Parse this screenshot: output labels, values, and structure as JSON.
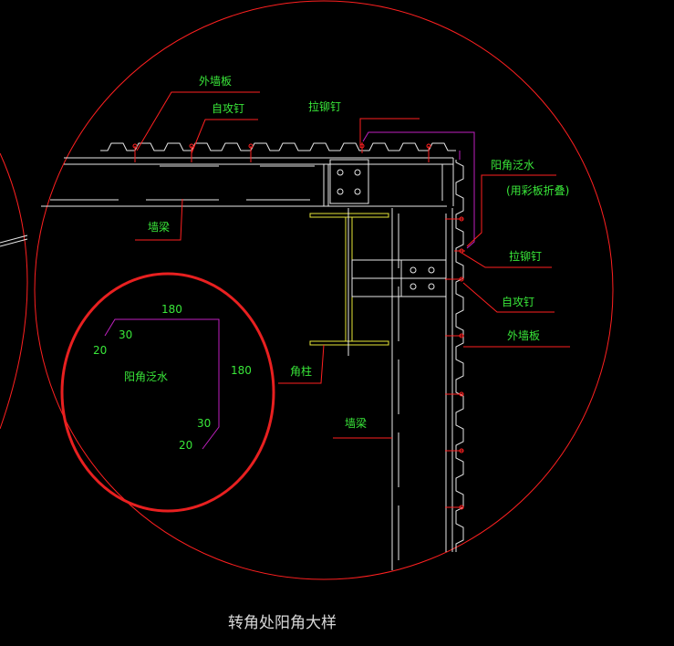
{
  "drawing": {
    "title": "转角处阳角大样",
    "colors": {
      "background": "#000000",
      "red": "#ff2020",
      "magenta": "#c020c0",
      "white": "#e8e8e8",
      "yellow": "#e6e639",
      "green": "#39e639",
      "highlight_red": "#e82020"
    }
  },
  "labels": {
    "outer_panel_top": "外墙板",
    "self_tap_screw_top": "自攻钉",
    "rivet_top": "拉铆钉",
    "corner_flashing": "阳角泛水",
    "corner_flashing_note": "(用彩板折叠)",
    "wall_beam_top": "墙梁",
    "rivet_right": "拉铆钉",
    "self_tap_screw_right": "自攻钉",
    "outer_panel_right": "外墙板",
    "corner_column": "角柱",
    "wall_beam_right": "墙梁"
  },
  "flashing_detail": {
    "label": "阳角泛水",
    "dim_top": "180",
    "dim_right": "180",
    "dim_top_return": "30",
    "dim_top_lip": "20",
    "dim_bottom_return": "30",
    "dim_bottom_lip": "20"
  }
}
